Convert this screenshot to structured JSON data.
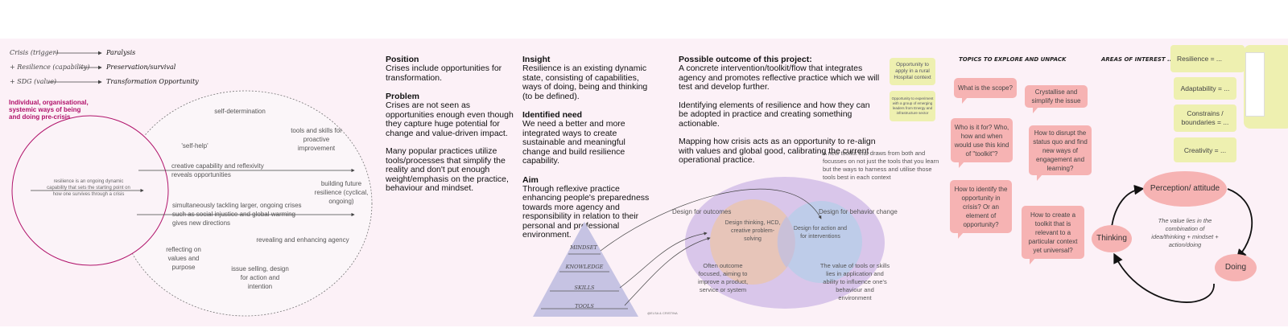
{
  "legend": [
    {
      "left": "Crisis (trigger)",
      "right": "Paralysis"
    },
    {
      "left": "+ Resilience (capability)",
      "right": "Preservation/survival"
    },
    {
      "left": "+ SDG (value)",
      "right": "Transformation Opportunity"
    }
  ],
  "venn": {
    "left_title": "Individual, organisational, systemic ways of being and doing pre-crisis",
    "left_body": "resilience is an ongoing dynamic capability that sets the starting point on how one survives through a crisis",
    "labels": [
      "self-determination",
      "tools and skills for proactive improvement",
      "'self-help'",
      "creative capability and reflexivity reveals opportunities",
      "building future resilience (cyclical, ongoing)",
      "simultaneously tackling larger, ongoing crises such as social injustice and global warming gives new directions",
      "revealing and enhancing agency",
      "reflecting on values and purpose",
      "issue selling, design for action and intention"
    ]
  },
  "column1": {
    "position_title": "Position",
    "position_text": "Crises include opportunities for transformation.",
    "problem_title": "Problem",
    "problem_text": "Crises are not seen as opportunities enough even though they capture huge potential for change and value-driven impact.",
    "problem_text2": "Many popular practices utilize tools/processes that simplify the reality and don't put enough weight/emphasis on the practice, behaviour and mindset."
  },
  "column2": {
    "insight_title": "Insight",
    "insight_text": "Resilience is an existing dynamic state, consisting of capabilities, ways of doing, being and thinking (to be defined).",
    "need_title": "Identified need",
    "need_text": "We need a better and more integrated ways to create sustainable and meaningful change and build resilience capability.",
    "aim_title": "Aim",
    "aim_text": "Through reflexive practice enhancing people's preparedness towards more agency and responsibility in relation to their personal and professional environment."
  },
  "column3": {
    "title": "Possible outcome of this project:",
    "p1": "A concrete intervention/toolkit/flow that integrates agency and promotes reflective practice which we will test and develop further.",
    "p2": "Identifying elements of resilience and how they can be adopted in practice and creating something actionable.",
    "p3": "Mapping how crisis acts as an opportunity to re-align with values and global good, calibrating the current operational practice."
  },
  "pyramid": {
    "levels": [
      "MINDSET",
      "KNOWLEDGE",
      "SKILLS",
      "TOOLS"
    ],
    "credit": "@ELSA & CRISTINA"
  },
  "design_venn": {
    "toolkit_note": "A new toolkit that draws from both and focusses on not just the tools that you learn but the ways to harness and utilise those tools best in each context",
    "left_label": "Design for outcomes",
    "right_label": "Design for behavior change",
    "left_circle": "Design thinking, HCD, creative problem-solving",
    "right_circle": "Design for action and for interventions",
    "left_caption": "Often outcome focused, aiming to improve a product, service or system",
    "right_caption": "The value of tools or skills lies in application and ability to influence one's behaviour and environment"
  },
  "yellow_notes": [
    "Opportunity to apply in a rural Hospital context",
    "Opportunity to experiment with a group of emerging leaders from Energy and infrastructure sector"
  ],
  "topics": {
    "title": "TOPICS TO EXPLORE AND UNPACK",
    "bubbles": [
      "What is the scope?",
      "Crystallise and simplify the issue",
      "Who is it for? Who, how and when would use this kind of \"toolkit\"?",
      "How to disrupt the status quo and find new ways of engagement and learning?",
      "How to identify the opportunity in crisis? Or an element of opportunity?",
      "How to create a toolkit that is relevant to a particular context yet universal?"
    ]
  },
  "interest": {
    "title": "AREAS OF INTEREST ...",
    "items": [
      "Resilience = ...",
      "Adaptability = ...",
      "Constrains / boundaries = ...",
      "Creativity = ..."
    ]
  },
  "cycle": {
    "top": "Perception/ attitude",
    "left": "Thinking",
    "right": "Doing",
    "center": "The value lies in the combination of idea/thinking + mindset + action/doing"
  },
  "colors": {
    "board": "#fcf1f7",
    "pink": "#f6b3b3",
    "yellow": "#eef0b0",
    "purple": "#d8c7eb",
    "magenta": "#b0126a"
  }
}
